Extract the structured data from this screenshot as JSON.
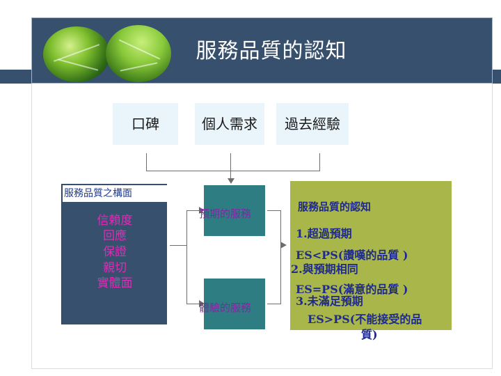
{
  "slide": {
    "title": "服務品質的認知"
  },
  "sources": [
    "口碑",
    "個人需求",
    "過去經驗"
  ],
  "dimensions": {
    "heading": "服務品質之構面",
    "items": [
      "信賴度",
      "回應",
      "保證",
      "親切",
      "實體面"
    ]
  },
  "service": {
    "expected": "預期的服務",
    "experienced": "體驗的服務"
  },
  "perception": {
    "heading": "服務品質的認知",
    "lines": [
      "1.超過預期",
      "ES<PS(讚嘆的品質 )",
      "2.與預期相同",
      "ES=PS(滿意的品質 )",
      "3.未滿足預期",
      "ES>PS(不能接受的品",
      "質)"
    ]
  },
  "colors": {
    "header": "#36506e",
    "dimension_text": "#e02bb6",
    "teal_box": "#2d7d83",
    "result_panel": "#a9b64a",
    "result_text": "#1e2a8c"
  }
}
